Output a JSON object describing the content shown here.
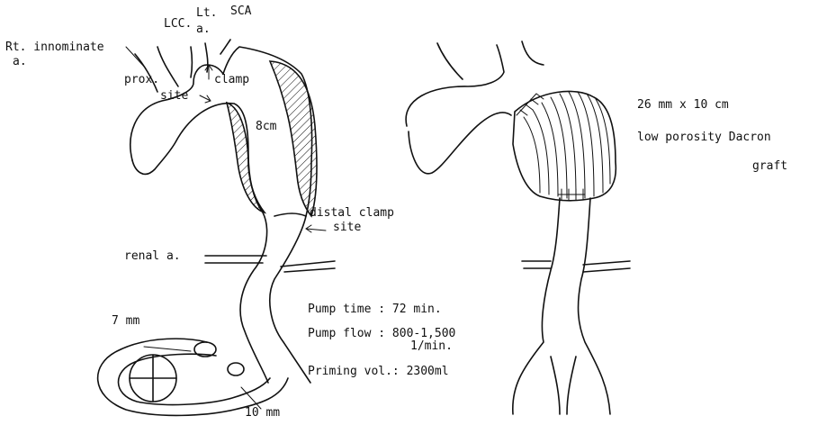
{
  "left_labels": {
    "rt_innominate_1": "Rt. innominate",
    "rt_innominate_2": "a.",
    "lcc": "LCC.",
    "lcc_a": "a.",
    "lt": "Lt.",
    "sca": "SCA",
    "prox": "prox.",
    "clamp": "clamp",
    "site": "site",
    "length": "8cm",
    "distal_1": "distal clamp",
    "distal_2": "site",
    "renal": "renal a.",
    "bypass_diameter": "7 mm",
    "inflow_diameter": "10 mm"
  },
  "pump": {
    "time": "Pump time : 72 min.",
    "flow": "Pump flow : 800-1,500",
    "flow_unit": "1/min.",
    "priming": "Priming vol.: 2300ml"
  },
  "graft": {
    "size": "26 mm x 10 cm",
    "type": "low porosity  Dacron",
    "word": "graft"
  }
}
